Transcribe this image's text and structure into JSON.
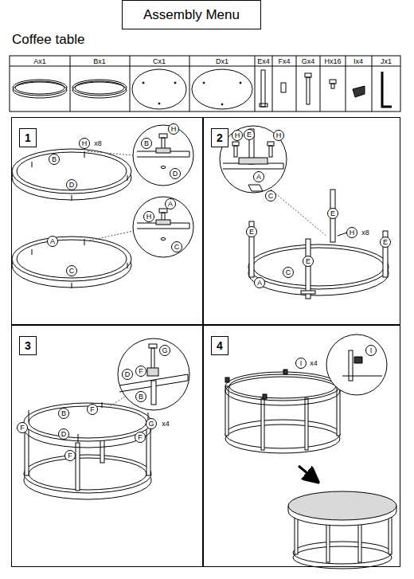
{
  "diagram": {
    "title": "Assembly Menu",
    "nodes": [
      {
        "text": [
          "1"
        ]
      },
      {
        "text": [
          "2"
        ]
      },
      {
        "text": [
          "3"
        ]
      },
      {
        "text": [
          "4"
        ]
      }
    ],
    "labels": [
      "Coffee table",
      "Ax1",
      "Bx1",
      "Cx1",
      "Dx1",
      "Ex4",
      "Fx4",
      "Gx4",
      "Hx16",
      "Ix4",
      "Jx1",
      "H",
      "x8",
      "B",
      "D",
      "A",
      "C",
      "H",
      "B",
      "D",
      "A",
      "H",
      "C",
      "H",
      "E",
      "H",
      "A",
      "C",
      "E",
      "E",
      "H",
      "x8",
      "E",
      "E",
      "C",
      "A",
      "G",
      "F",
      "D",
      "B",
      "B",
      "F",
      "F",
      "D",
      "F",
      "G",
      "x4",
      "F",
      "I",
      "x4",
      "I"
    ]
  }
}
